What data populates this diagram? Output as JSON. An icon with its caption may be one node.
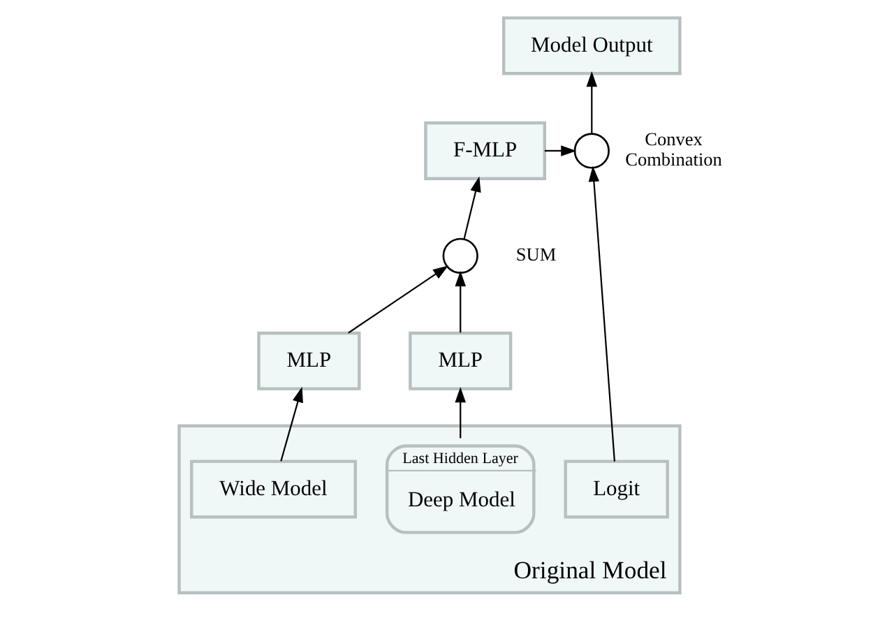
{
  "diagram": {
    "nodes": [
      {
        "text": [
          "Original Model"
        ]
      },
      {
        "text": [
          "Wide Model"
        ],
        "in": 0
      },
      {
        "text": [
          "Last Hidden Layer",
          "Deep Model"
        ],
        "in": 0
      },
      {
        "text": [
          "Logit"
        ],
        "in": 0
      },
      {
        "text": [
          "MLP"
        ]
      },
      {
        "text": [
          "MLP"
        ]
      },
      {
        "text": [],
        "shape": "circle",
        "beside": [
          "SUM"
        ]
      },
      {
        "text": [
          "F-MLP"
        ]
      },
      {
        "text": [],
        "shape": "circle",
        "beside": [
          "Convex Combination"
        ]
      },
      {
        "text": [
          "Model Output"
        ]
      }
    ],
    "edges": [
      {
        "from": 1,
        "to": 4,
        "arrow": "to"
      },
      {
        "from": 2,
        "to": 5,
        "arrow": "to"
      },
      {
        "from": 4,
        "to": 6,
        "arrow": "to"
      },
      {
        "from": 5,
        "to": 6,
        "arrow": "to"
      },
      {
        "from": 6,
        "to": 7,
        "arrow": "to"
      },
      {
        "from": 7,
        "to": 8,
        "arrow": "to"
      },
      {
        "from": 3,
        "to": 8,
        "arrow": "to"
      },
      {
        "from": 8,
        "to": 9,
        "arrow": "to"
      }
    ]
  }
}
